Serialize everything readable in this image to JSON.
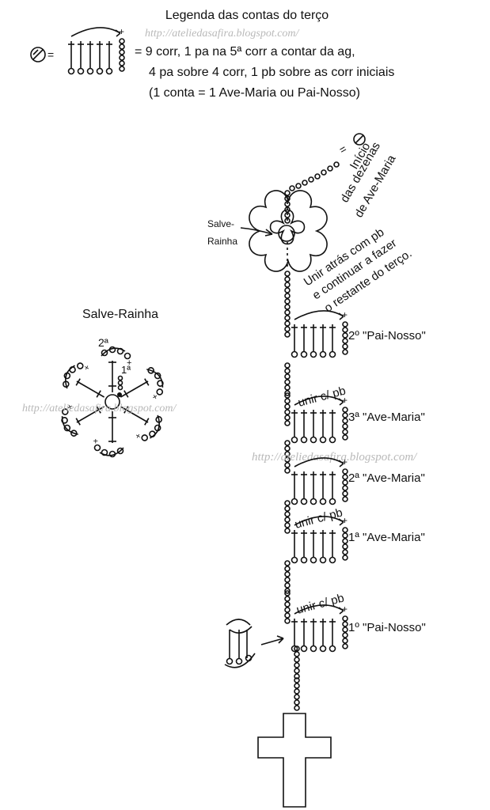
{
  "legend": {
    "title": "Legenda das contas do terço",
    "equals": "=",
    "line1": "= 9 corr, 1 pa na 5ª corr a contar da ag,",
    "line2": "4 pa sobre 4 corr, 1 pb sobre as corr iniciais",
    "line3": "(1 conta = 1 Ave-Maria ou Pai-Nosso)"
  },
  "watermark": "http://ateliedasafira.blogspot.com/",
  "start": {
    "equals": "=",
    "text1": "Início",
    "text2": "das dezenas",
    "text3": "de Ave-Maria"
  },
  "flower_label": {
    "line1": "Salve-",
    "line2": "Rainha"
  },
  "join_note": {
    "line1": "Unir atrás com pb",
    "line2": "e continuar a fazer",
    "line3": "o restante do terço."
  },
  "salve_rainha": {
    "title": "Salve-Rainha",
    "round2": "2ª",
    "round1": "1ª"
  },
  "beads": [
    {
      "label": "2º \"Pai-Nosso\"",
      "join": ""
    },
    {
      "label": "3ª \"Ave-Maria\"",
      "join": "unir c/ pb"
    },
    {
      "label": "2ª \"Ave-Maria\"",
      "join": ""
    },
    {
      "label": "1ª \"Ave-Maria\"",
      "join": "unir c/ pb"
    },
    {
      "label": "1º \"Pai-Nosso\"",
      "join": "unir c/ pb"
    }
  ]
}
